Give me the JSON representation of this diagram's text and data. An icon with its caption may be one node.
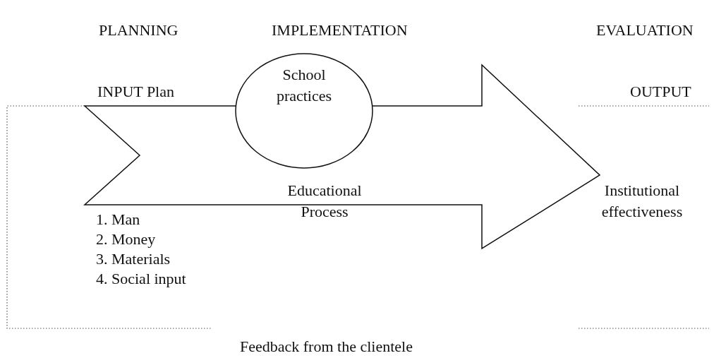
{
  "diagram": {
    "nodes": [
      {
        "text": [
          "INPUT Plan",
          "OUTPUT"
        ]
      },
      {
        "text": [
          "School practices"
        ],
        "in": 0
      }
    ],
    "labels": [
      "PLANNING",
      "IMPLEMENTATION",
      "EVALUATION",
      "1. Man",
      "2. Money",
      "3. Materials",
      "4. Social input",
      "Educational Process",
      "Institutional effectiveness",
      "Feedback from the clientele"
    ]
  }
}
